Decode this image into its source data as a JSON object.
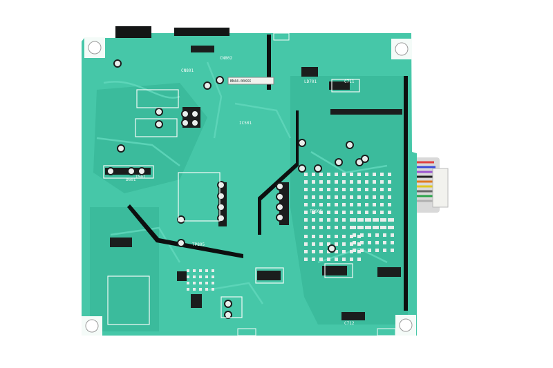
{
  "photo": {
    "subject": "",
    "colors": {
      "background": "#ffffff",
      "board": "#46c7a8",
      "board_dark": "#2fae90",
      "trace": "#5fd6ba",
      "silkscreen": "#f4fbf8",
      "solder_pad": "#e9eeec",
      "black_strip": "#0d0f0f",
      "component_black": "#1b1d1d",
      "label_sticker": "#f2f2ee"
    },
    "silkscreen_marks": [
      "CN801",
      "CN802",
      "TP805",
      "TP605",
      "T501",
      "IC501",
      "D601",
      "LD701",
      "C711",
      "C712"
    ],
    "label_text": "BN44-00XXX"
  }
}
